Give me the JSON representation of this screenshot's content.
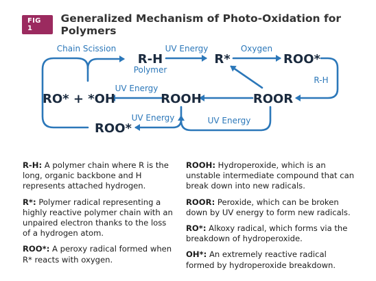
{
  "figure": {
    "badge": "FIG 1",
    "title": "Generalized Mechanism of Photo-Oxidation for Polymers"
  },
  "diagram": {
    "nodes": {
      "rh": "R-H",
      "polymer": "Polymer",
      "r_star": "R*",
      "roo_star_top": "ROO*",
      "roor": "ROOR",
      "rooh": "ROOH",
      "ro_oh": "RO* + *OH",
      "roo_star_bottom": "ROO*"
    },
    "labels": {
      "chain_scission": "Chain Scission",
      "uv_energy_top": "UV Energy",
      "oxygen": "Oxygen",
      "rh_right": "R-H",
      "uv_energy_middle": "UV Energy",
      "uv_energy_lower": "UV Energy",
      "uv_energy_bottom_right": "UV Energy"
    }
  },
  "legend": {
    "left": [
      {
        "term": "R-H:",
        "text": "A polymer chain where R is the long, organic backbone and H represents attached hydrogen."
      },
      {
        "term": "R*:",
        "text": "Polymer radical representing a highly reactive polymer chain with an unpaired electron thanks to the loss of a hydrogen atom."
      },
      {
        "term": "ROO*:",
        "text": "A peroxy radical formed when R* reacts with oxygen."
      }
    ],
    "right": [
      {
        "term": "ROOH:",
        "text": "Hydroperoxide, which is an unstable intermediate compound that can break down into new radicals."
      },
      {
        "term": "ROOR:",
        "text": "Peroxide, which can be broken down by UV energy to form new radicals."
      },
      {
        "term": "RO*:",
        "text": "Alkoxy radical, which forms via the breakdown of hydroperoxide."
      },
      {
        "term": "OH*:",
        "text": "An extremely reactive radical formed by hydroperoxide breakdown."
      }
    ]
  },
  "colors": {
    "accent": "#9b2a5f",
    "arrow": "#2b77b9",
    "node_text": "#1a2a3e"
  }
}
